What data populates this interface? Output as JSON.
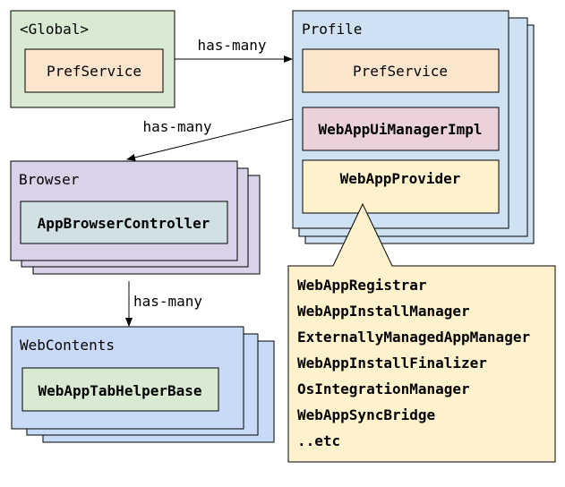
{
  "global": {
    "title": "<Global>",
    "pref_service": "PrefService"
  },
  "profile": {
    "title": "Profile",
    "pref_service": "PrefService",
    "ui_manager": "WebAppUiManagerImpl",
    "provider": "WebAppProvider"
  },
  "browser": {
    "title": "Browser",
    "controller": "AppBrowserController"
  },
  "webcontents": {
    "title": "WebContents",
    "tab_helper": "WebAppTabHelperBase"
  },
  "relations": {
    "global_to_profile": "has-many",
    "profile_to_browser": "has-many",
    "browser_to_webcontents": "has-many"
  },
  "provider_callout": {
    "items": [
      "WebAppRegistrar",
      "WebAppInstallManager",
      "ExternallyManagedAppManager",
      "WebAppInstallFinalizer",
      "OsIntegrationManager",
      "WebAppSyncBridge",
      "..etc"
    ]
  },
  "colors": {
    "global_fill": "#d9ead3",
    "profile_fill": "#cfe2f3",
    "pref_fill": "#fce5cd",
    "ui_manager_fill": "#ead1dc",
    "provider_fill": "#fff2cc",
    "browser_fill": "#d9d2e9",
    "controller_fill": "#d0e0e3",
    "webcontents_fill": "#c9daf8",
    "tab_helper_fill": "#d9ead3",
    "stroke": "#000000"
  }
}
